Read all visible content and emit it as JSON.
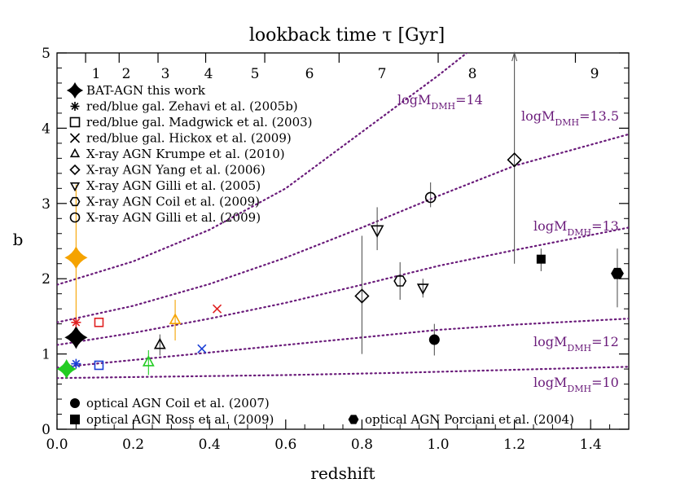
{
  "chart_data": {
    "type": "scatter",
    "xlabel": "redshift",
    "ylabel": "b",
    "top_label": "lookback time τ [Gyr]",
    "xlim": [
      0.0,
      1.5
    ],
    "ylim": [
      0,
      5
    ],
    "x_ticks": [
      "0.0",
      "0.2",
      "0.4",
      "0.6",
      "0.8",
      "1.0",
      "1.2",
      "1.4"
    ],
    "y_ticks": [
      "0",
      "1",
      "2",
      "3",
      "4",
      "5"
    ],
    "top_ticks": [
      {
        "label": "1",
        "z": 0.075
      },
      {
        "label": "2",
        "z": 0.163
      },
      {
        "label": "3",
        "z": 0.265
      },
      {
        "label": "4",
        "z": 0.39
      },
      {
        "label": "5",
        "z": 0.545
      },
      {
        "label": "6",
        "z": 0.74
      },
      {
        "label": "7",
        "z": 1.0
      },
      {
        "label": "8",
        "z": 1.36
      },
      {
        "label": "9",
        "z": 1.95
      }
    ],
    "curves": [
      {
        "label": "logM",
        "sub": "DMH",
        "suffix": "=14",
        "color": "#6a1b7a",
        "points": [
          [
            0,
            1.92
          ],
          [
            0.2,
            2.23
          ],
          [
            0.4,
            2.65
          ],
          [
            0.6,
            3.2
          ],
          [
            0.8,
            3.95
          ],
          [
            1.0,
            4.7
          ],
          [
            1.1,
            5.1
          ]
        ]
      },
      {
        "label": "logM",
        "sub": "DMH",
        "suffix": "=13.5",
        "color": "#6a1b7a",
        "points": [
          [
            0,
            1.42
          ],
          [
            0.2,
            1.64
          ],
          [
            0.4,
            1.93
          ],
          [
            0.6,
            2.28
          ],
          [
            0.8,
            2.68
          ],
          [
            1.0,
            3.1
          ],
          [
            1.2,
            3.5
          ],
          [
            1.5,
            3.92
          ]
        ]
      },
      {
        "label": "logM",
        "sub": "DMH",
        "suffix": "=13",
        "color": "#6a1b7a",
        "points": [
          [
            0,
            1.12
          ],
          [
            0.2,
            1.28
          ],
          [
            0.4,
            1.47
          ],
          [
            0.6,
            1.68
          ],
          [
            0.8,
            1.92
          ],
          [
            1.0,
            2.17
          ],
          [
            1.2,
            2.38
          ],
          [
            1.5,
            2.68
          ]
        ]
      },
      {
        "label": "logM",
        "sub": "DMH",
        "suffix": "=12",
        "color": "#6a1b7a",
        "points": [
          [
            0,
            0.82
          ],
          [
            0.2,
            0.92
          ],
          [
            0.4,
            1.02
          ],
          [
            0.6,
            1.12
          ],
          [
            0.8,
            1.22
          ],
          [
            1.0,
            1.32
          ],
          [
            1.2,
            1.39
          ],
          [
            1.5,
            1.47
          ]
        ]
      },
      {
        "label": "logM",
        "sub": "DMH",
        "suffix": "=10",
        "color": "#6a1b7a",
        "points": [
          [
            0,
            0.68
          ],
          [
            0.3,
            0.7
          ],
          [
            0.6,
            0.72
          ],
          [
            0.9,
            0.75
          ],
          [
            1.2,
            0.79
          ],
          [
            1.5,
            0.83
          ]
        ]
      }
    ],
    "legend_entries": [
      {
        "marker": "star4",
        "text": "BAT-AGN this work"
      },
      {
        "marker": "asterisk",
        "text": "red/blue gal. Zehavi et al. (2005b)"
      },
      {
        "marker": "square-open",
        "text": "red/blue gal. Madgwick et al. (2003)"
      },
      {
        "marker": "cross",
        "text": "red/blue gal. Hickox et al. (2009)"
      },
      {
        "marker": "triangle-up-open",
        "text": "X-ray AGN Krumpe et al. (2010)"
      },
      {
        "marker": "diamond-open",
        "text": "X-ray AGN Yang et al. (2006)"
      },
      {
        "marker": "triangle-down-open",
        "text": "X-ray AGN Gilli et al. (2005)"
      },
      {
        "marker": "hexagon-open",
        "text": "X-ray AGN Coil et al. (2009)"
      },
      {
        "marker": "circle-open",
        "text": "X-ray AGN Gilli et al. (2009)"
      }
    ],
    "legend_bottom": [
      {
        "marker": "circle-filled",
        "text": "optical AGN Coil et al. (2007)"
      },
      {
        "marker": "square-filled",
        "text": "optical AGN Ross et al. (2009)"
      },
      {
        "marker": "hexagon-filled",
        "text": "optical AGN Porciani et al. (2004)"
      }
    ],
    "points": [
      {
        "marker": "star4",
        "x": 0.05,
        "y": 2.28,
        "err": [
          1.3,
          3.25
        ],
        "color": "#f5a300",
        "size": 13
      },
      {
        "marker": "star4",
        "x": 0.05,
        "y": 1.22,
        "err": null,
        "color": "#000000",
        "size": 13
      },
      {
        "marker": "star4",
        "x": 0.025,
        "y": 0.8,
        "err": null,
        "color": "#22cc22",
        "size": 11
      },
      {
        "marker": "asterisk",
        "x": 0.05,
        "y": 1.42,
        "err": null,
        "color": "#e02020",
        "size": 6
      },
      {
        "marker": "asterisk",
        "x": 0.05,
        "y": 0.87,
        "err": null,
        "color": "#1a3fd6",
        "size": 6
      },
      {
        "marker": "square-open",
        "x": 0.11,
        "y": 1.42,
        "err": null,
        "color": "#e02020",
        "size": 5
      },
      {
        "marker": "square-open",
        "x": 0.11,
        "y": 0.85,
        "err": null,
        "color": "#1a3fd6",
        "size": 5
      },
      {
        "marker": "cross",
        "x": 0.42,
        "y": 1.6,
        "err": null,
        "color": "#e02020",
        "size": 5
      },
      {
        "marker": "cross",
        "x": 0.38,
        "y": 1.07,
        "err": null,
        "color": "#1a3fd6",
        "size": 5
      },
      {
        "marker": "triangle-up-open",
        "x": 0.31,
        "y": 1.45,
        "err": [
          1.18,
          1.72
        ],
        "color": "#f5a300",
        "size": 7
      },
      {
        "marker": "triangle-up-open",
        "x": 0.27,
        "y": 1.12,
        "err": [
          0.98,
          1.26
        ],
        "color": "#000000",
        "size": 7
      },
      {
        "marker": "triangle-up-open",
        "x": 0.24,
        "y": 0.89,
        "err": [
          0.72,
          1.05
        ],
        "color": "#22cc22",
        "size": 7
      },
      {
        "marker": "diamond-open",
        "x": 0.8,
        "y": 1.77,
        "err": [
          1.0,
          2.57
        ],
        "color": "#000000",
        "size": 8
      },
      {
        "marker": "diamond-open",
        "x": 1.2,
        "y": 3.58,
        "err": [
          2.2,
          5.1
        ],
        "color": "#000000",
        "size": 8
      },
      {
        "marker": "triangle-down-open",
        "x": 0.84,
        "y": 2.65,
        "err": [
          2.38,
          2.95
        ],
        "color": "#000000",
        "size": 8
      },
      {
        "marker": "triangle-down-open",
        "x": 0.96,
        "y": 1.88,
        "err": [
          1.75,
          2.0
        ],
        "color": "#000000",
        "size": 7
      },
      {
        "marker": "hexagon-open",
        "x": 0.9,
        "y": 1.97,
        "err": [
          1.72,
          2.22
        ],
        "color": "#000000",
        "size": 7
      },
      {
        "marker": "circle-open",
        "x": 0.98,
        "y": 3.08,
        "err": [
          2.95,
          3.28
        ],
        "color": "#000000",
        "size": 6
      },
      {
        "marker": "circle-filled",
        "x": 0.99,
        "y": 1.19,
        "err": [
          0.98,
          1.4
        ],
        "color": "#000000",
        "size": 6
      },
      {
        "marker": "square-filled",
        "x": 1.27,
        "y": 2.26,
        "err": [
          2.1,
          2.4
        ],
        "color": "#000000",
        "size": 5
      },
      {
        "marker": "hexagon-filled",
        "x": 1.47,
        "y": 2.07,
        "err": [
          1.62,
          2.4
        ],
        "color": "#000000",
        "size": 7
      }
    ]
  }
}
